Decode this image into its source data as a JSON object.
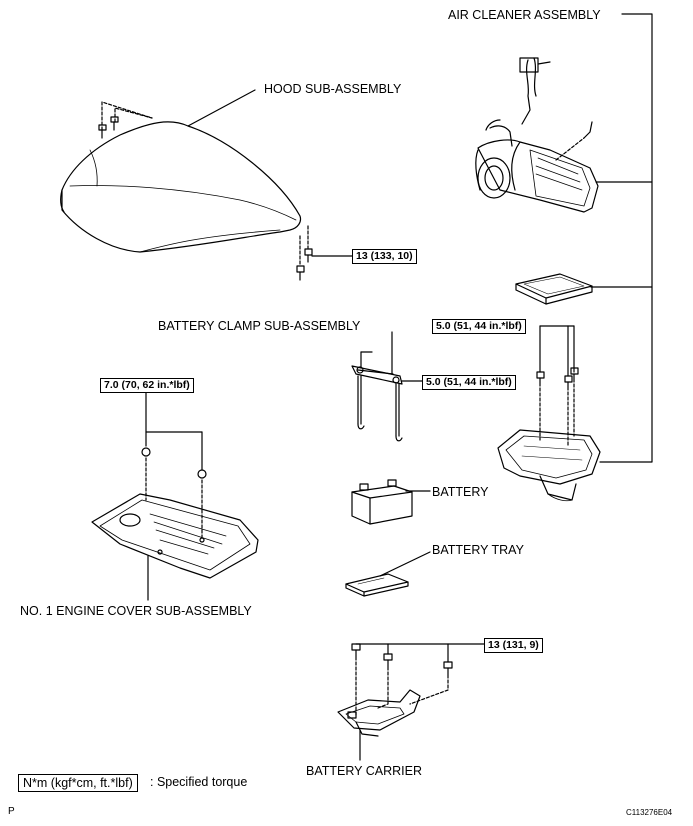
{
  "labels": {
    "air_cleaner": "AIR CLEANER ASSEMBLY",
    "hood": "HOOD SUB-ASSEMBLY",
    "battery_clamp": "BATTERY CLAMP SUB-ASSEMBLY",
    "battery": "BATTERY",
    "battery_tray": "BATTERY TRAY",
    "engine_cover": "NO. 1 ENGINE COVER SUB-ASSEMBLY",
    "battery_carrier": "BATTERY CARRIER"
  },
  "torques": {
    "hood": "13 (133, 10)",
    "air_cleaner": "5.0 (51, 44 in.*lbf)",
    "battery_clamp": "5.0 (51, 44 in.*lbf)",
    "engine_cover": "7.0 (70, 62 in.*lbf)",
    "battery_carrier": "13 (131, 9)"
  },
  "legend": {
    "unit": "N*m (kgf*cm, ft.*lbf)",
    "text": ": Specified torque"
  },
  "footer": {
    "left": "P",
    "right": "C113276E04"
  }
}
